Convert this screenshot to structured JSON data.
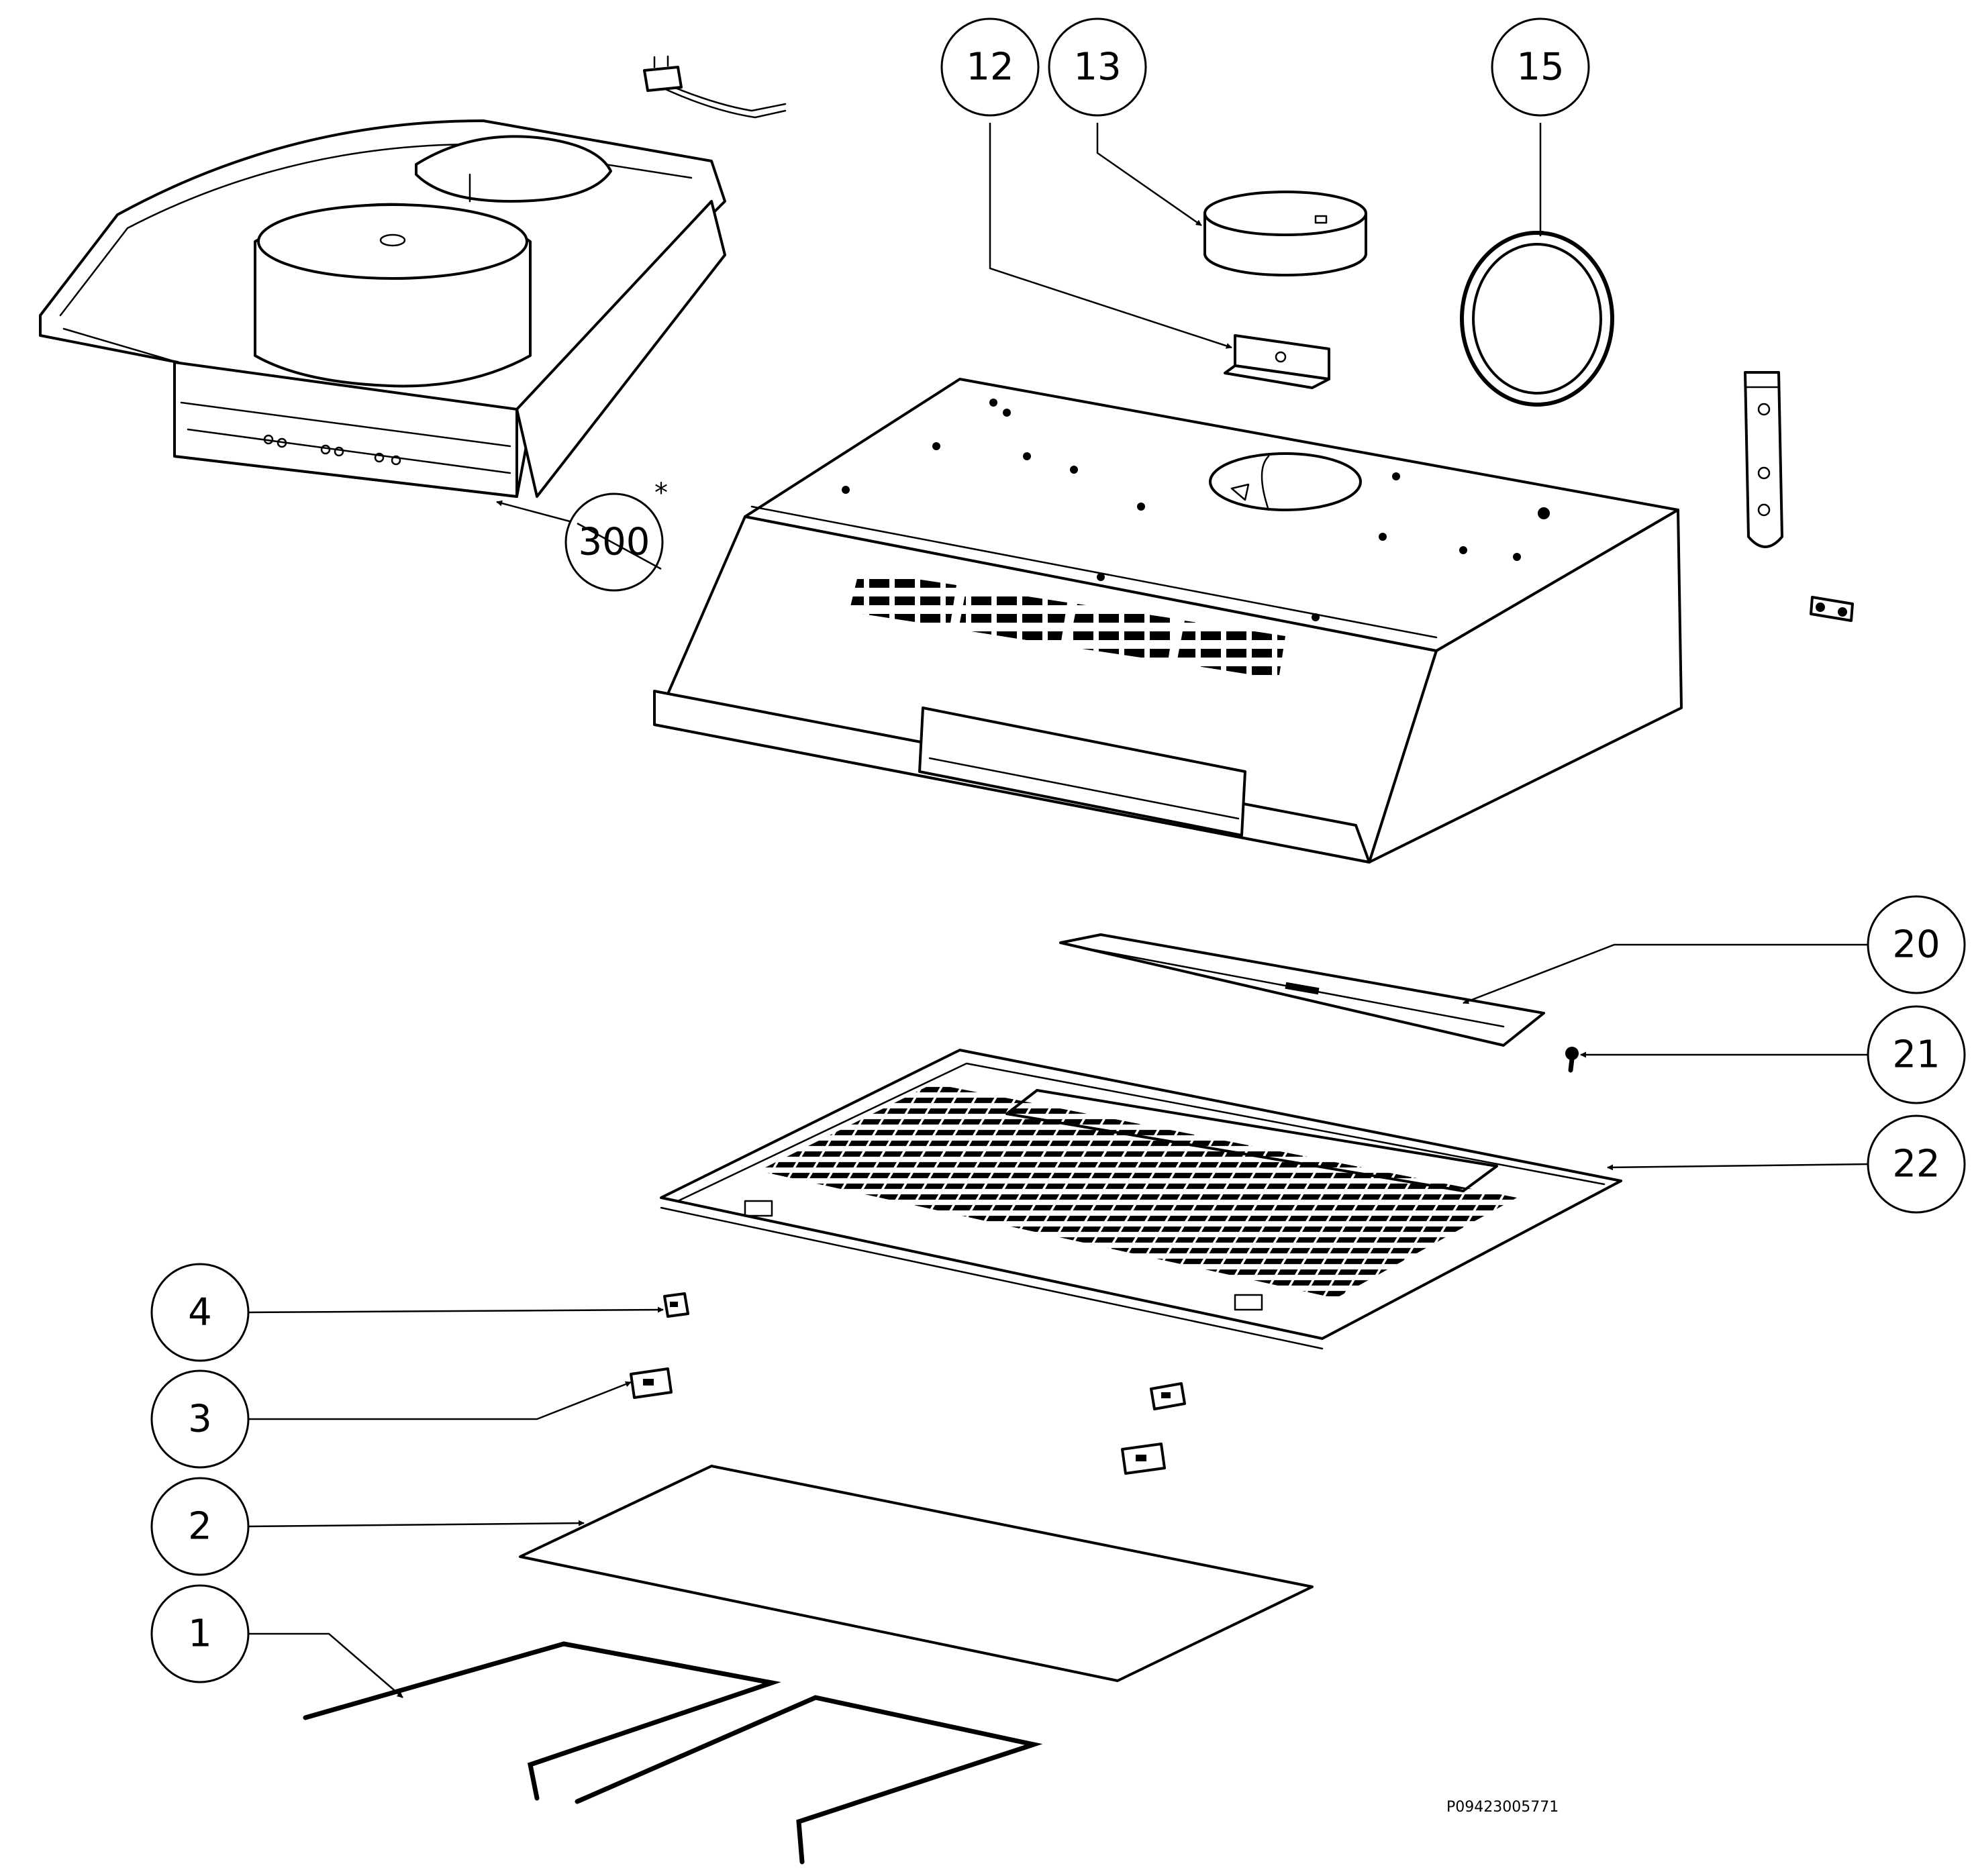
{
  "callouts": [
    {
      "id": "12",
      "label": "12"
    },
    {
      "id": "13",
      "label": "13"
    },
    {
      "id": "15",
      "label": "15"
    },
    {
      "id": "300",
      "label": "300",
      "mark": "*"
    },
    {
      "id": "20",
      "label": "20"
    },
    {
      "id": "21",
      "label": "21"
    },
    {
      "id": "22",
      "label": "22"
    },
    {
      "id": "4",
      "label": "4"
    },
    {
      "id": "3",
      "label": "3"
    },
    {
      "id": "2",
      "label": "2"
    },
    {
      "id": "1",
      "label": "1"
    }
  ],
  "drawing_code": "P09423005771",
  "colors": {
    "line": "#000000",
    "background": "#ffffff"
  }
}
